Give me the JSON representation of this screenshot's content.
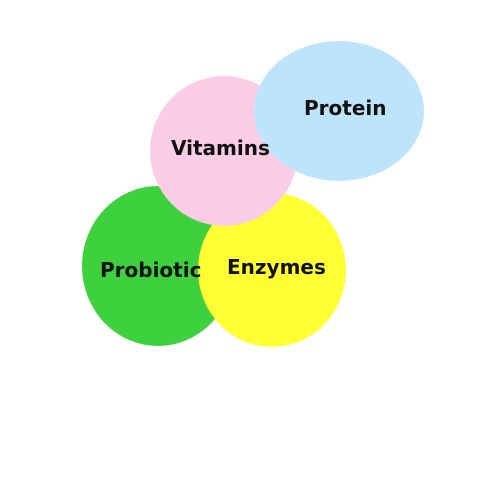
{
  "diagram": {
    "circles": [
      {
        "id": "probiotic",
        "label": "Probiotic",
        "color": "#3dd13d"
      },
      {
        "id": "enzymes",
        "label": "Enzymes",
        "color": "#ffff33"
      },
      {
        "id": "vitamins",
        "label": "Vitamins",
        "color": "#fbcce6"
      },
      {
        "id": "protein",
        "label": "Protein",
        "color": "#bde4fb"
      }
    ]
  }
}
